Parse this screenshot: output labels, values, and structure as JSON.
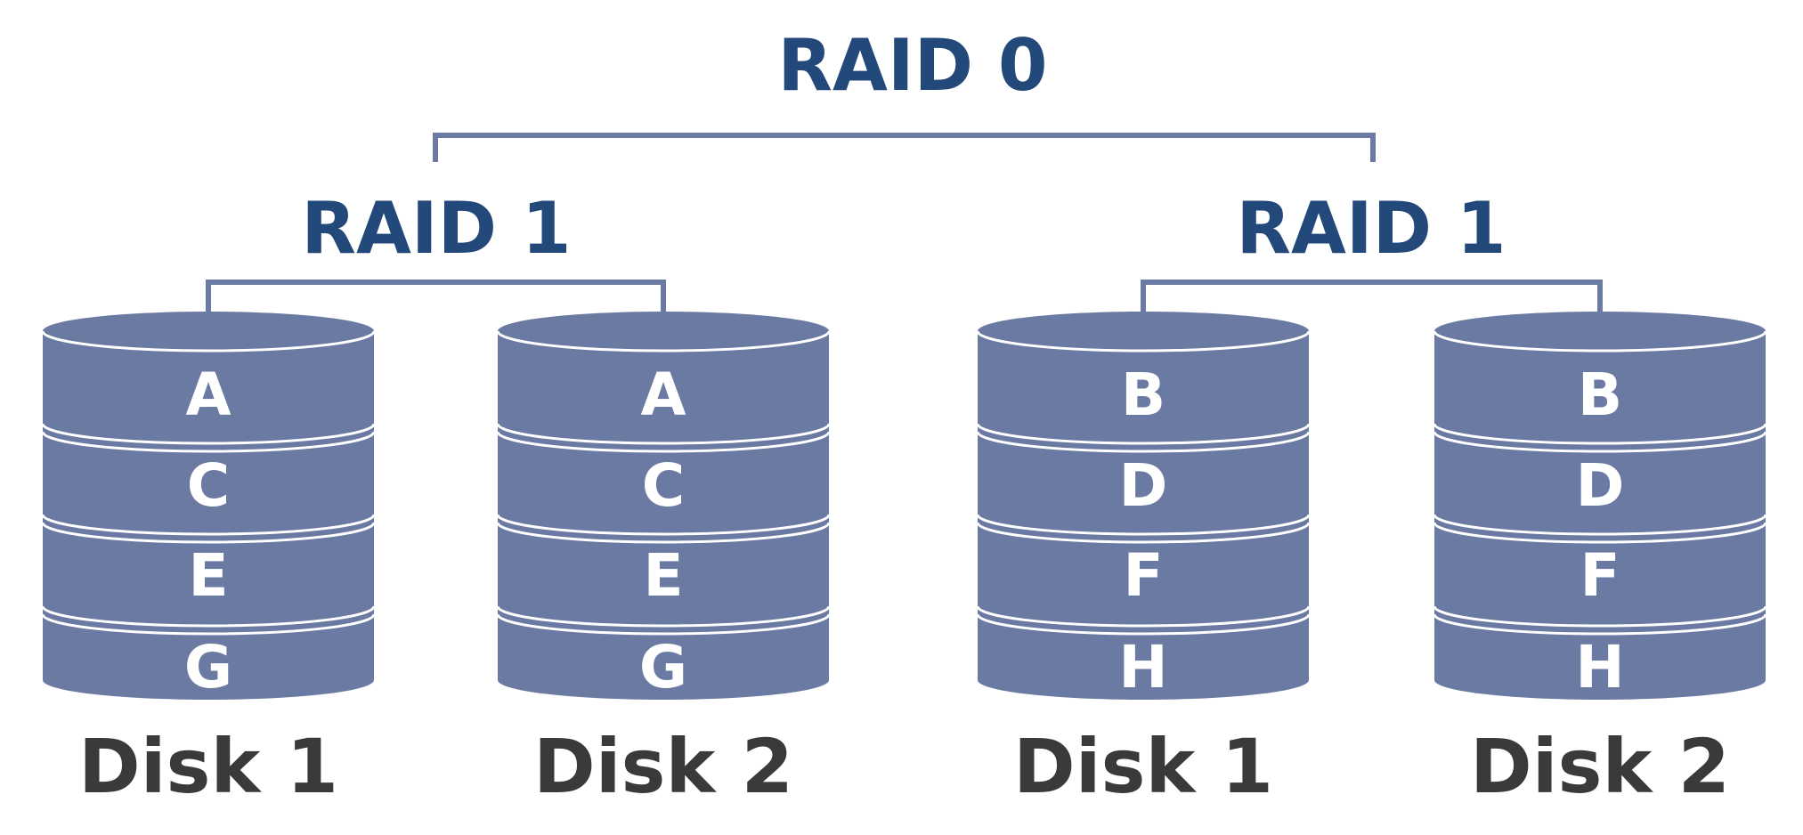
{
  "top": {
    "title": "RAID 0"
  },
  "groups": [
    {
      "title": "RAID 1",
      "disks": [
        {
          "label": "Disk 1",
          "blocks": [
            "A",
            "C",
            "E",
            "G"
          ]
        },
        {
          "label": "Disk 2",
          "blocks": [
            "A",
            "C",
            "E",
            "G"
          ]
        }
      ]
    },
    {
      "title": "RAID 1",
      "disks": [
        {
          "label": "Disk 1",
          "blocks": [
            "B",
            "D",
            "F",
            "H"
          ]
        },
        {
          "label": "Disk 2",
          "blocks": [
            "B",
            "D",
            "F",
            "H"
          ]
        }
      ]
    }
  ],
  "colors": {
    "title": "#22497a",
    "disk": "#6a7aa3",
    "label": "#3a3a3a"
  }
}
